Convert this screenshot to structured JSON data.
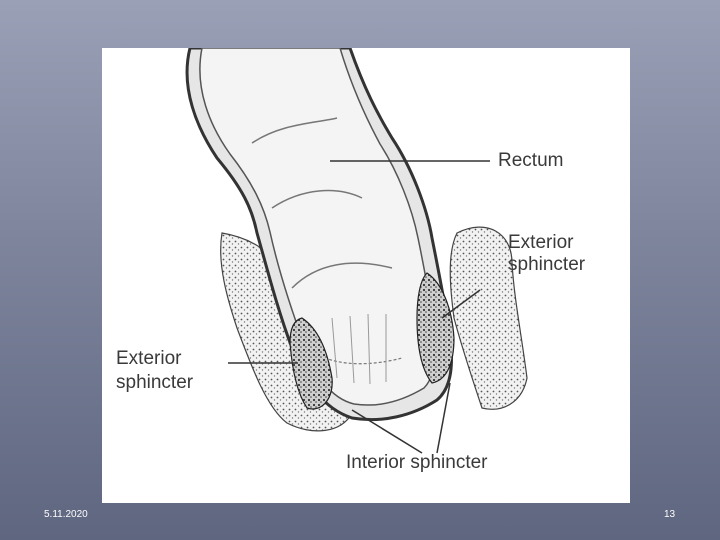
{
  "diagram": {
    "labels": {
      "rectum": "Rectum",
      "exterior_sphincter_right_line1": "Exterior",
      "exterior_sphincter_right_line2": "sphincter",
      "exterior_sphincter_left_line1": "Exterior",
      "exterior_sphincter_left_line2": "sphincter",
      "interior_sphincter": "Interior sphincter"
    }
  },
  "footer": {
    "date": "5.11.2020",
    "page_number": "13"
  }
}
